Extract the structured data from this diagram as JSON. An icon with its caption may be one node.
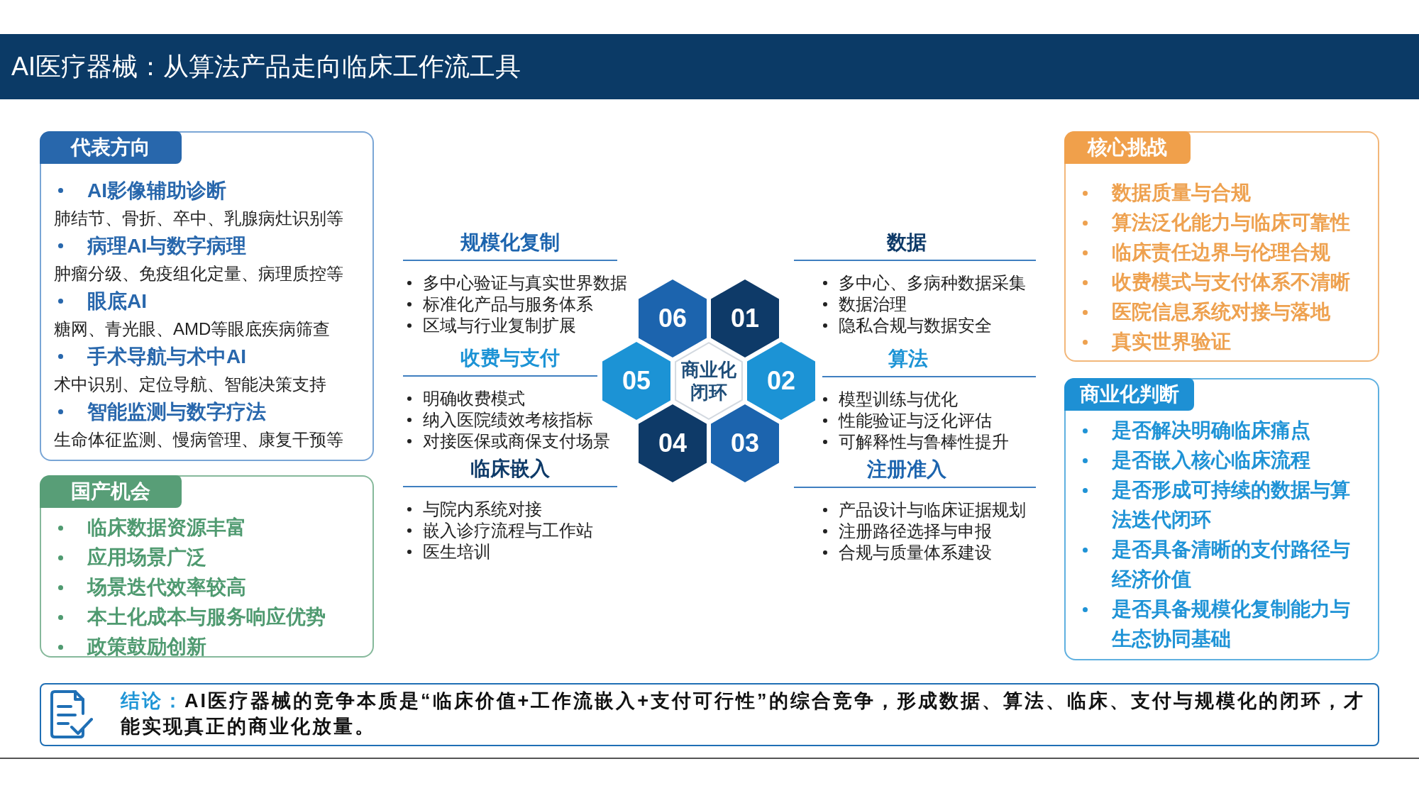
{
  "diagram": {
    "title": "AI医疗器械：从算法产品走向临床工作流工具",
    "nodes": [
      {
        "text": [
          "代表方向",
          "AI影像辅助诊断",
          "肺结节、骨折、卒中、乳腺病灶识别等",
          "病理AI与数字病理",
          "肿瘤分级、免疫组化定量、病理质控等",
          "眼底AI",
          "糖网、青光眼、AMD等眼底疾病筛查",
          "手术导航与术中AI",
          "术中识别、定位导航、智能决策支持",
          "智能监测与数字疗法",
          "生命体征监测、慢病管理、康复干预等"
        ]
      },
      {
        "text": [
          "国产机会",
          "临床数据资源丰富",
          "应用场景广泛",
          "场景迭代效率较高",
          "本土化成本与服务响应优势",
          "政策鼓励创新"
        ]
      },
      {
        "text": [
          "06"
        ],
        "beside": [
          "规模化复制",
          "多中心验证与真实世界数据",
          "标准化产品与服务体系",
          "区域与行业复制扩展"
        ]
      },
      {
        "text": [
          "01"
        ],
        "beside": [
          "数据",
          "多中心、多病种数据采集",
          "数据治理",
          "隐私合规与数据安全"
        ]
      },
      {
        "text": [
          "05"
        ],
        "beside": [
          "收费与支付",
          "明确收费模式",
          "纳入医院绩效考核指标",
          "对接医保或商保支付场景"
        ]
      },
      {
        "text": [
          "商业化闭环"
        ]
      },
      {
        "text": [
          "02"
        ],
        "beside": [
          "算法",
          "模型训练与优化",
          "性能验证与泛化评估",
          "可解释性与鲁棒性提升"
        ]
      },
      {
        "text": [
          "04"
        ],
        "beside": [
          "临床嵌入",
          "与院内系统对接",
          "嵌入诊疗流程与工作站",
          "医生培训"
        ]
      },
      {
        "text": [
          "03"
        ],
        "beside": [
          "注册准入",
          "产品设计与临床证据规划",
          "注册路径选择与申报",
          "合规与质量体系建设"
        ]
      },
      {
        "text": [
          "核心挑战",
          "数据质量与合规",
          "算法泛化能力与临床可靠性",
          "临床责任边界与伦理合规",
          "收费模式与支付体系不清晰",
          "医院信息系统对接与落地",
          "真实世界验证"
        ]
      },
      {
        "text": [
          "商业化判断",
          "是否解决明确临床痛点",
          "是否嵌入核心临床流程",
          "是否形成可持续的数据与算法迭代闭环",
          "是否具备清晰的支付路径与经济价值",
          "是否具备规模化复制能力与生态协同基础"
        ]
      },
      {
        "text": [
          "结论：",
          "AI医疗器械的竞争本质是“临床价值+工作流嵌入+支付可行性”的综合竞争，形成数据、算法、临床、支付与规模化的闭环，才能实现真正的商业化放量。"
        ]
      }
    ]
  }
}
